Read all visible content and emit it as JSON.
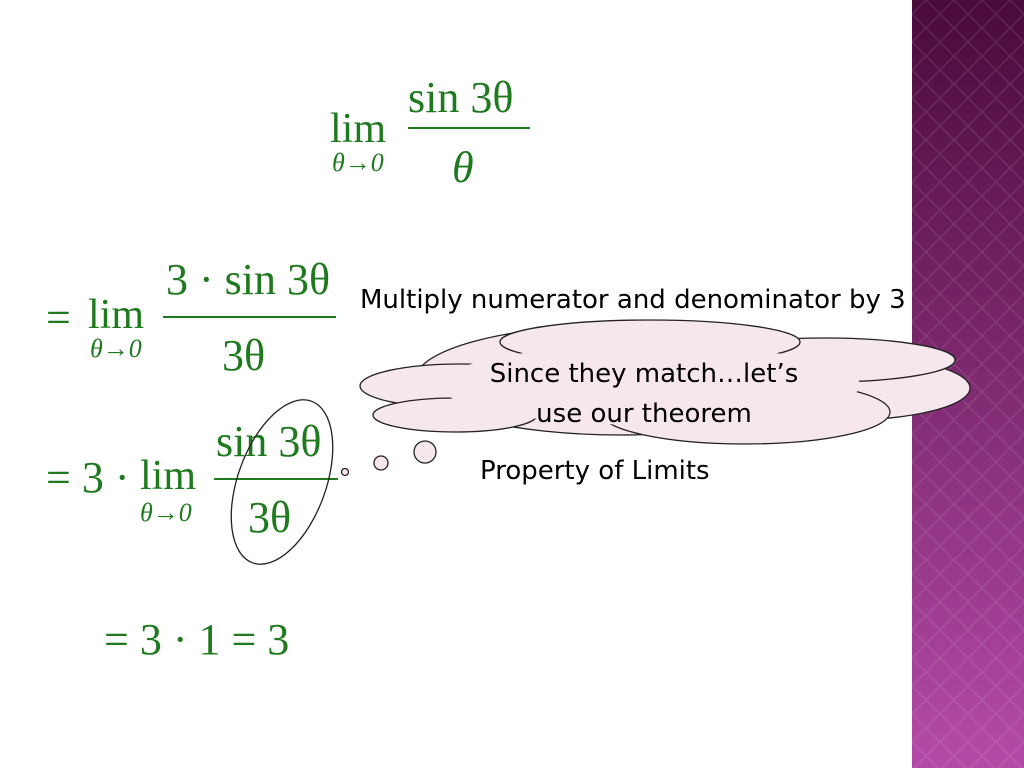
{
  "slide": {
    "accent_color": "#1f7a1f",
    "sidebar_color_top": "#4a0a3a",
    "sidebar_color_bottom": "#b44aa8",
    "cloud_fill": "#f6e6ee"
  },
  "line1": {
    "lim": "lim",
    "subscript": "θ→0",
    "numerator": "sin 3θ",
    "denominator": "θ"
  },
  "line2": {
    "prefix": "=",
    "lim": "lim",
    "subscript": "θ→0",
    "numerator": "3 · sin 3θ",
    "denominator": "3θ",
    "note": "Multiply numerator and denominator by 3"
  },
  "line3": {
    "prefix": "= 3 ·",
    "lim": "lim",
    "subscript": "θ→0",
    "numerator": "sin 3θ",
    "denominator": "3θ",
    "note": "Property of Limits"
  },
  "line4": {
    "expression": "= 3 · 1 = 3"
  },
  "callout": {
    "line1": "Since they match…let’s",
    "line2": "use our theorem"
  }
}
